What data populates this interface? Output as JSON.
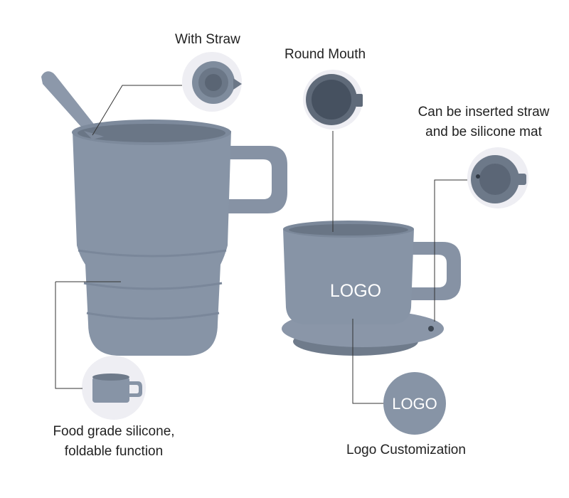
{
  "callouts": {
    "with_straw": "With Straw",
    "round_mouth": "Round Mouth",
    "straw_mat_line1": "Can be inserted straw",
    "straw_mat_line2": "and be silicone mat",
    "foldable_line1": "Food grade silicone,",
    "foldable_line2": "foldable function",
    "logo_customization": "Logo Customization"
  },
  "logo_text": {
    "cup": "LOGO",
    "circle": "LOGO"
  },
  "colors": {
    "silicone": "#8794a6",
    "silicone_dark": "#5f6b7b",
    "silicone_light": "#9ba7b8",
    "callout_line": "#333333",
    "circle_bg": "#eeeef3"
  }
}
